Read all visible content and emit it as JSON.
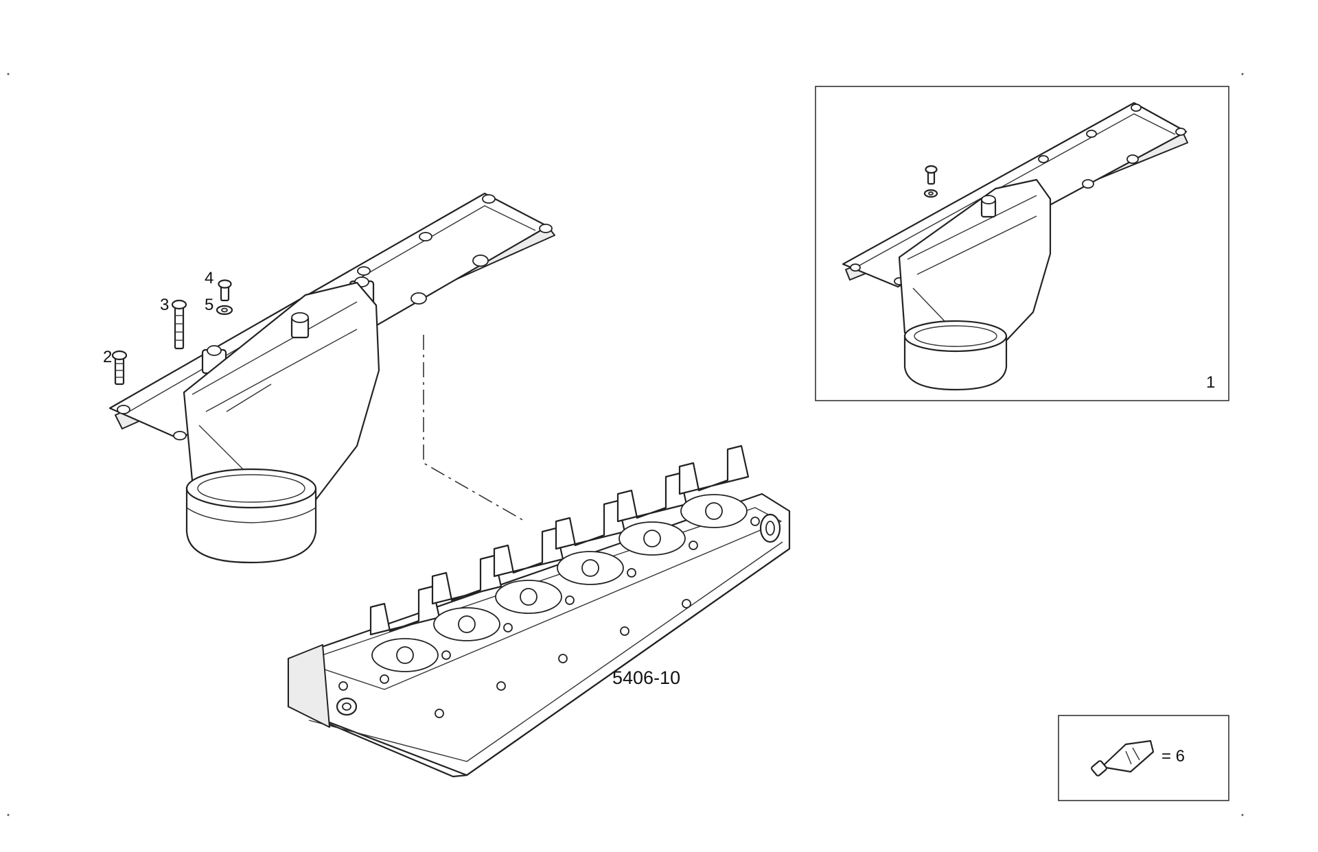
{
  "callouts": {
    "item1": "1",
    "item2": "2",
    "item3": "3",
    "item4": "4",
    "item5": "5"
  },
  "reference_code": "5406-10",
  "legend": {
    "text": "= 6",
    "icon": "sealant-tube-icon"
  }
}
